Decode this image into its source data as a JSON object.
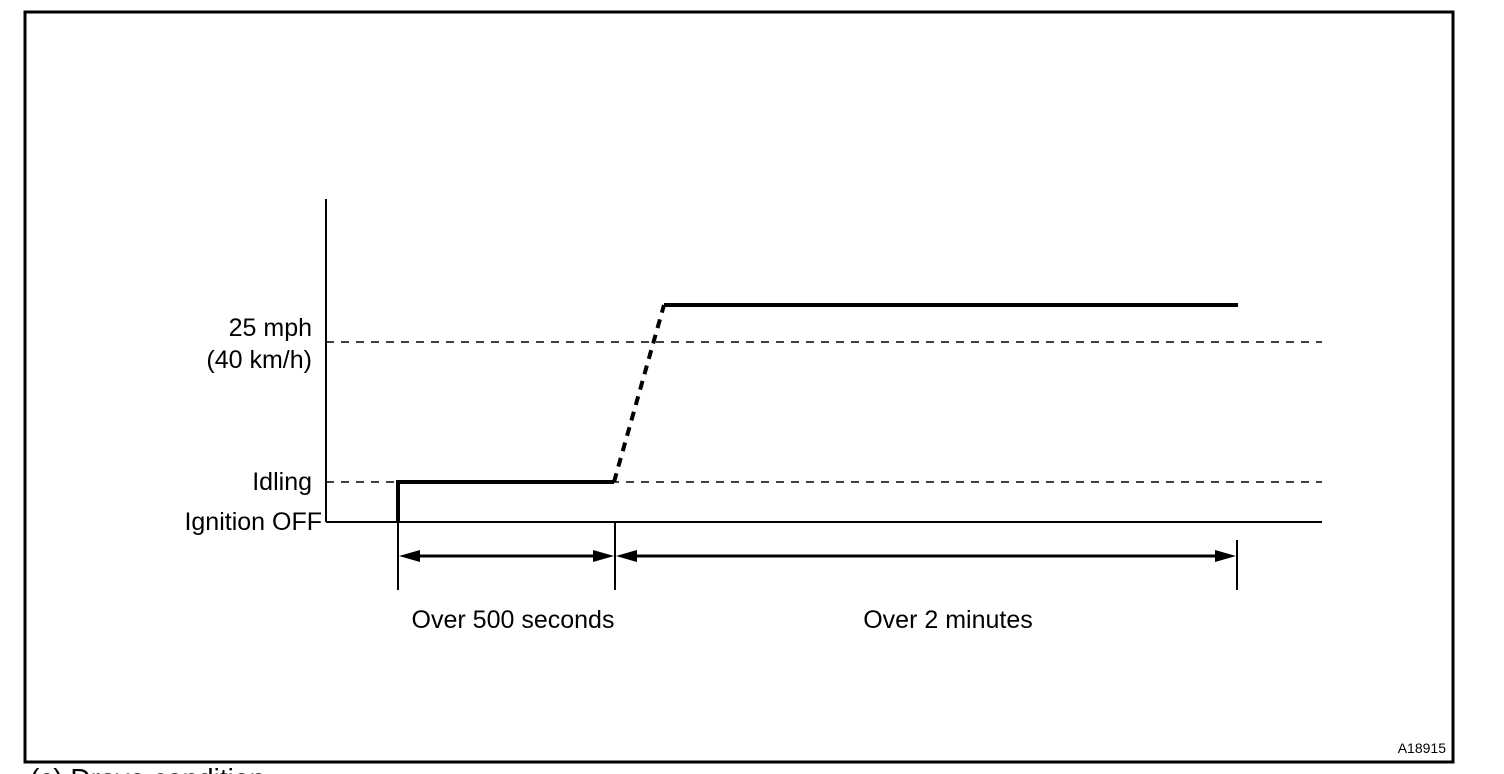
{
  "diagram": {
    "y_levels": {
      "speed": {
        "line1": "25 mph",
        "line2": "(40 km/h)"
      },
      "idling": "Idling",
      "ignition_off": "Ignition OFF"
    },
    "intervals": [
      {
        "label": "Over 500 seconds"
      },
      {
        "label": "Over 2 minutes"
      }
    ],
    "figure_code": "A18915"
  },
  "page_fragment": "(c) Drove condition",
  "colors": {
    "ink": "#000000",
    "paper": "#ffffff"
  }
}
